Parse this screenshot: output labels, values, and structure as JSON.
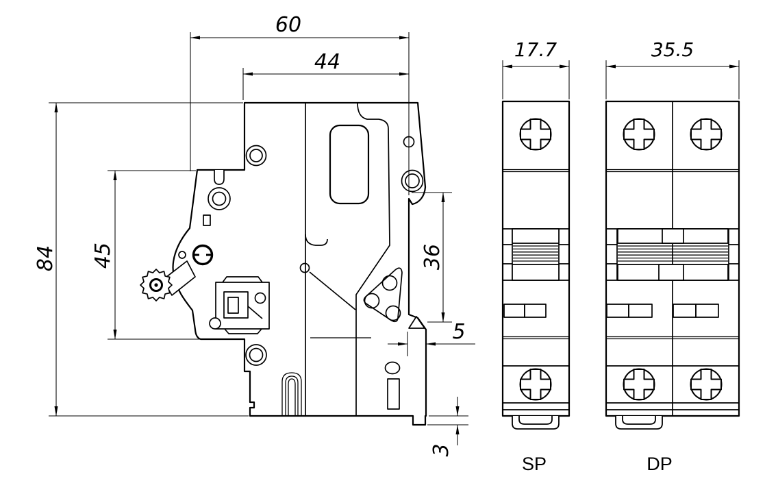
{
  "side_view": {
    "dims": {
      "depth_total": "60",
      "depth_body": "44",
      "height_total": "84",
      "height_front": "45",
      "din_hook_span": "36",
      "din_recess": "5",
      "foot_height": "3"
    }
  },
  "front_views": {
    "sp": {
      "label": "SP",
      "width": "17.7"
    },
    "dp": {
      "label": "DP",
      "width": "35.5"
    }
  },
  "colors": {
    "line": "#000000",
    "background": "#ffffff"
  }
}
